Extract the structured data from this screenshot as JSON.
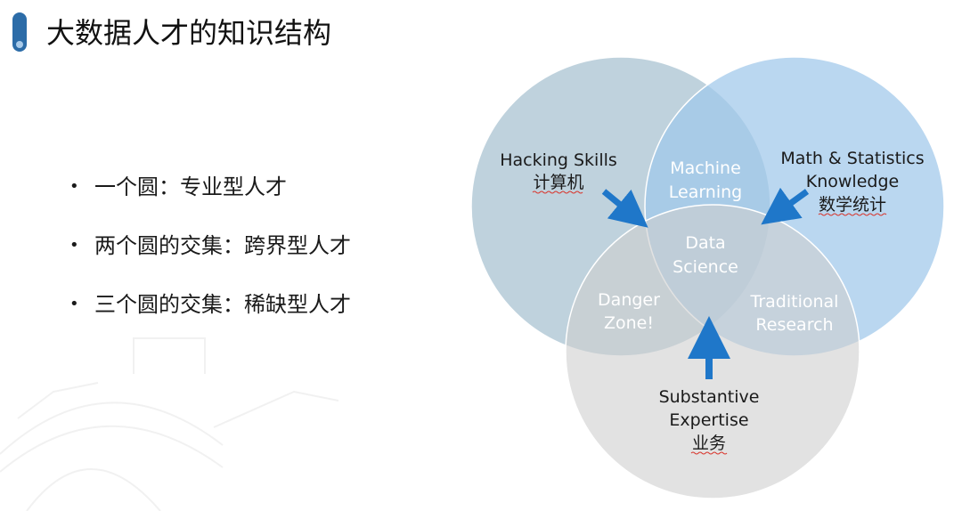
{
  "header": {
    "title": "大数据人才的知识结构"
  },
  "bullets": [
    {
      "text": "一个圆：专业型人才"
    },
    {
      "text": "两个圆的交集：跨界型人才"
    },
    {
      "text": "三个圆的交集：稀缺型人才"
    }
  ],
  "venn": {
    "labels": {
      "hacking_en": "Hacking Skills",
      "hacking_zh": "计算机",
      "math_en_1": "Math & Statistics",
      "math_en_2": "Knowledge",
      "math_zh": "数学统计",
      "substantive_en_1": "Substantive",
      "substantive_en_2": "Expertise",
      "substantive_zh": "业务",
      "ml_1": "Machine",
      "ml_2": "Learning",
      "ds_1": "Data",
      "ds_2": "Science",
      "danger_1": "Danger",
      "danger_2": "Zone!",
      "trad_1": "Traditional",
      "trad_2": "Research"
    },
    "colors": {
      "hacking": "#a9c3d1",
      "math": "#9fc8ea",
      "substantive": "#cfcfcf",
      "arrow": "#1f77c9",
      "inner_text": "#ffffff",
      "squiggle": "#d9342b"
    }
  }
}
